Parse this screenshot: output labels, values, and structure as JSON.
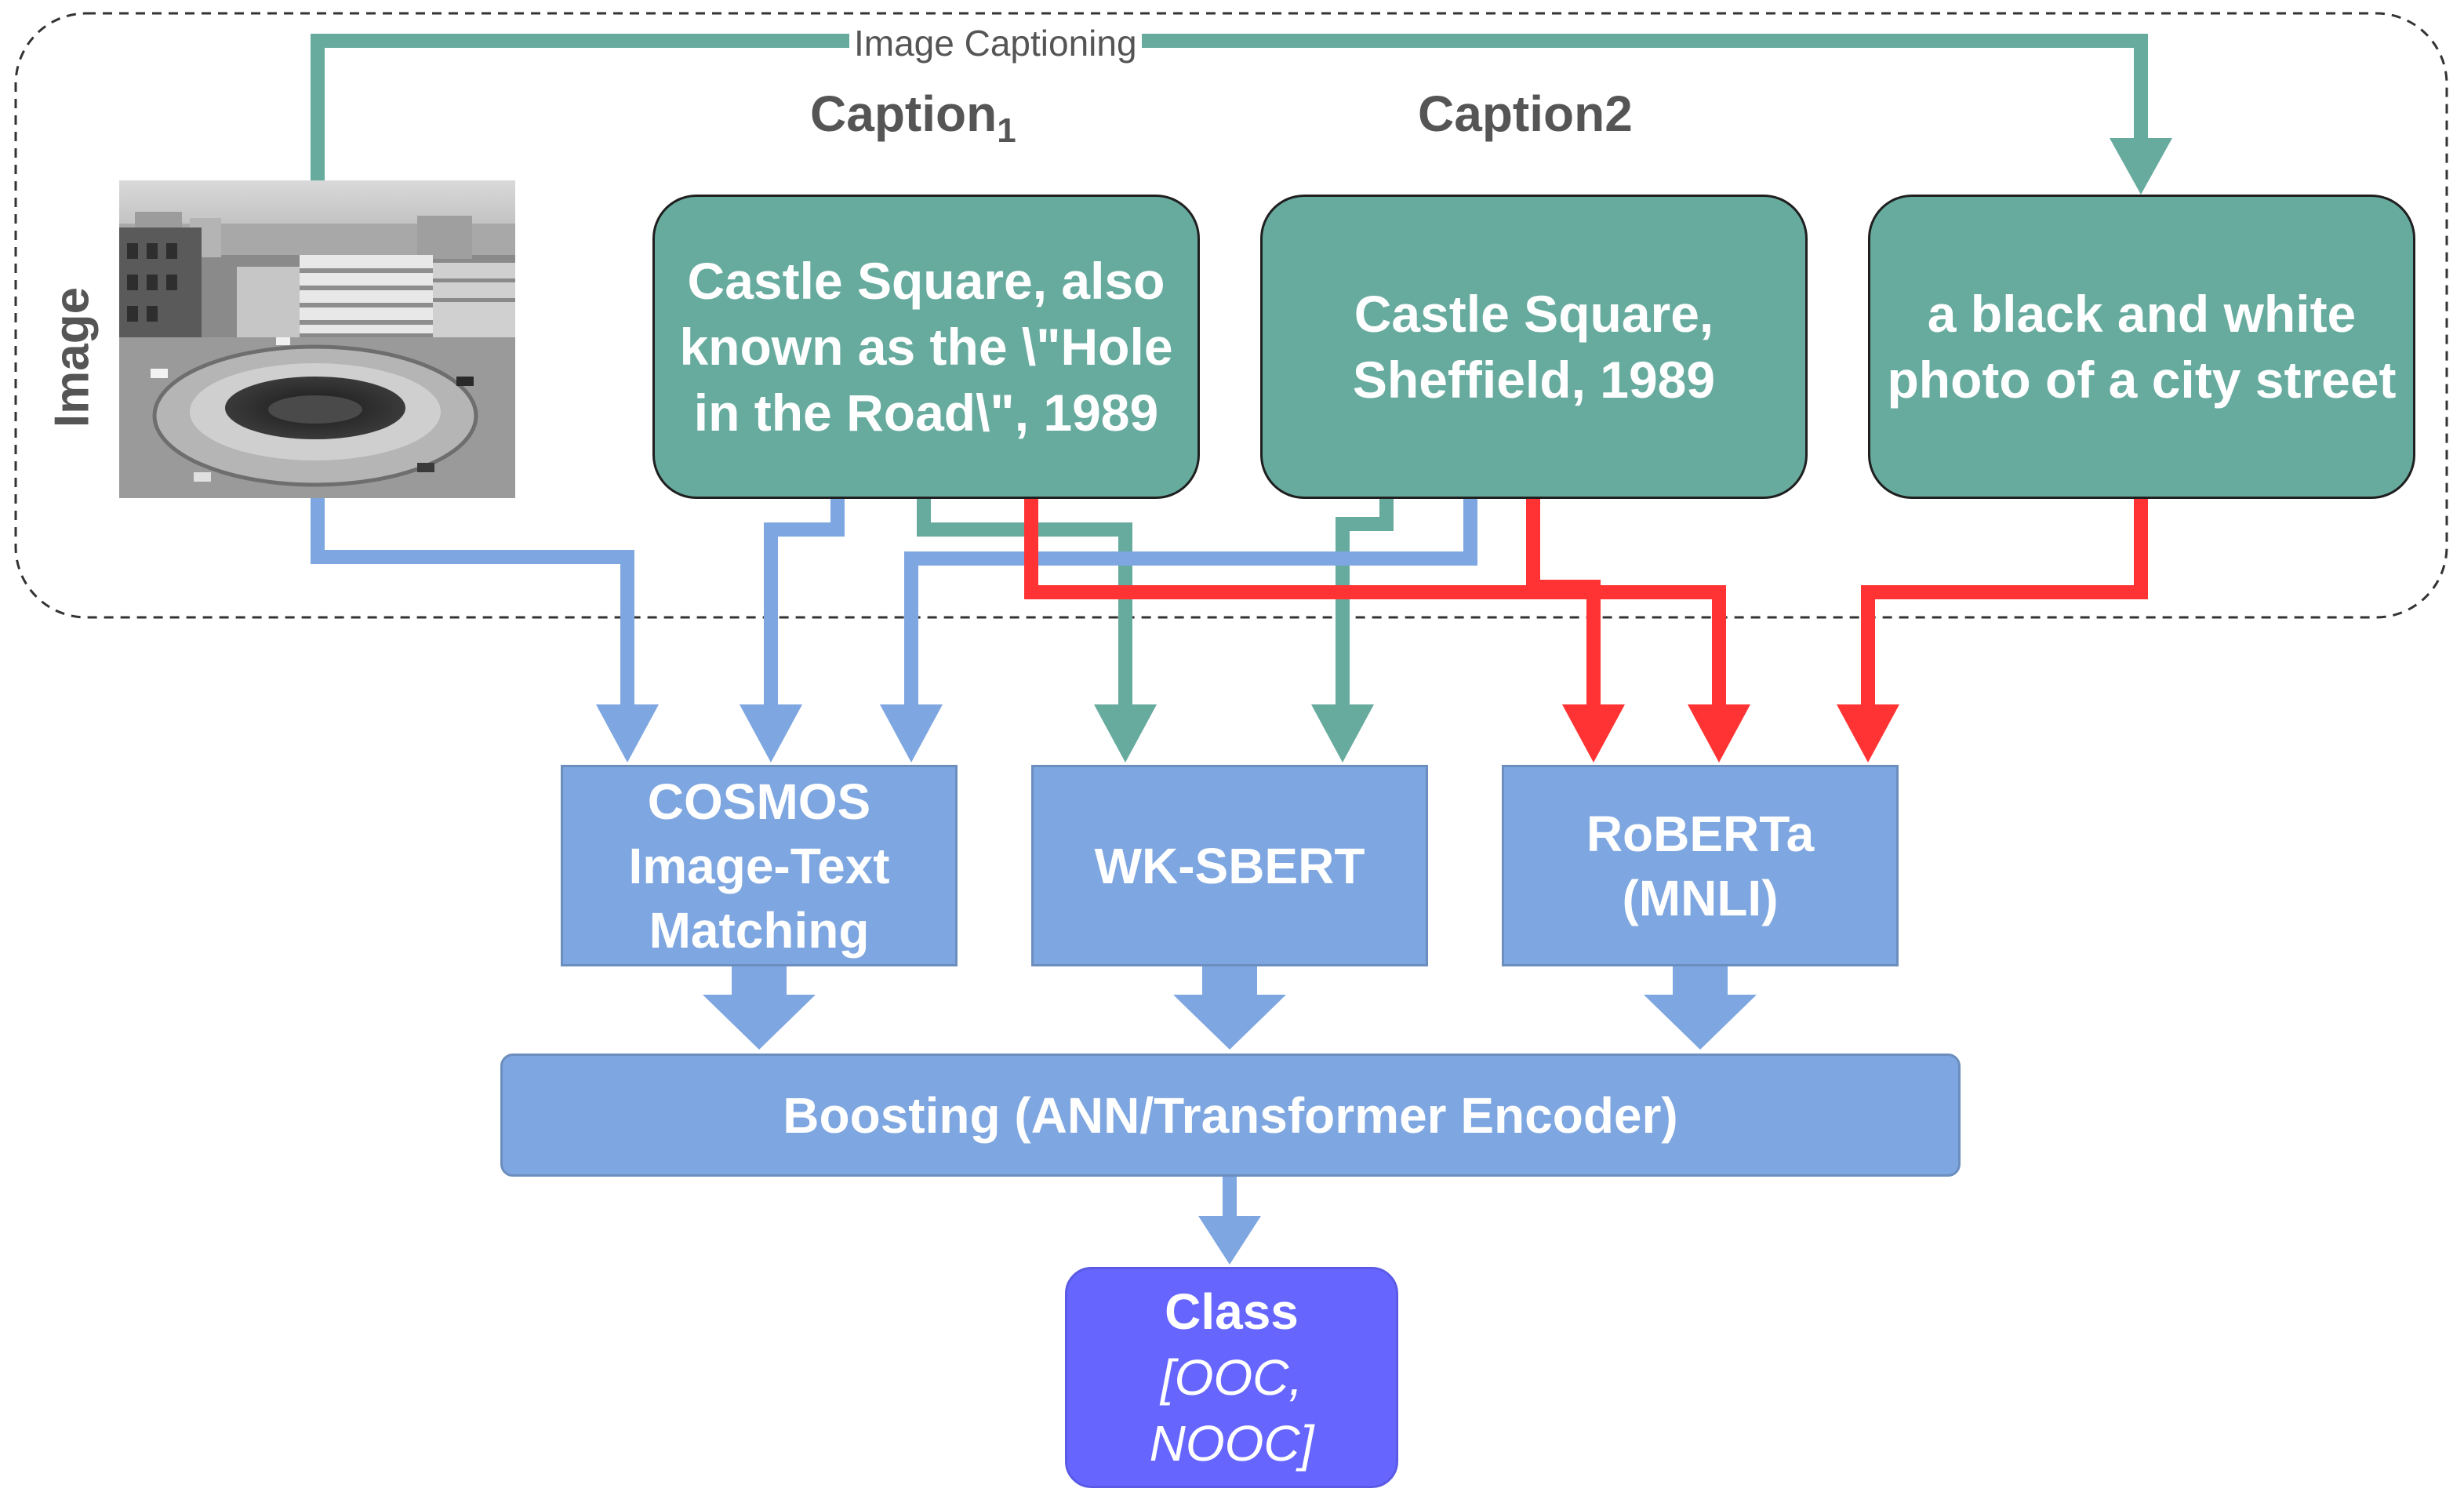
{
  "diagram_title": "",
  "image_group": {
    "side_label": "Image",
    "photo_icon": "black-and-white-city-square-photo"
  },
  "flow_labels": {
    "image_captioning": "Image Captioning"
  },
  "headings": {
    "caption1_base": "Caption",
    "caption1_sub": "1",
    "caption2": "Caption2"
  },
  "captions": {
    "caption1_lines": [
      "Castle Square, also",
      "known as the \\\"Hole",
      "in the Road\\\", 1989"
    ],
    "caption2_lines": [
      "Castle Square,",
      "Sheffield, 1989"
    ],
    "generated_lines": [
      "a black and white",
      "photo of a city street"
    ]
  },
  "models": {
    "cosmos_lines": [
      "COSMOS",
      "Image-Text",
      "Matching"
    ],
    "wk_sbert": "WK-SBERT",
    "roberta_lines": [
      "RoBERTa",
      "(MNLI)"
    ]
  },
  "boosting": "Boosting (ANN/Transformer Encoder)",
  "output": {
    "title": "Class",
    "values_line1": "[OOC,",
    "values_line2": "NOOC]"
  },
  "colors": {
    "teal": "#67ab9f",
    "blue": "#7ea6e0",
    "red": "#ff3333",
    "purple": "#6666ff"
  }
}
